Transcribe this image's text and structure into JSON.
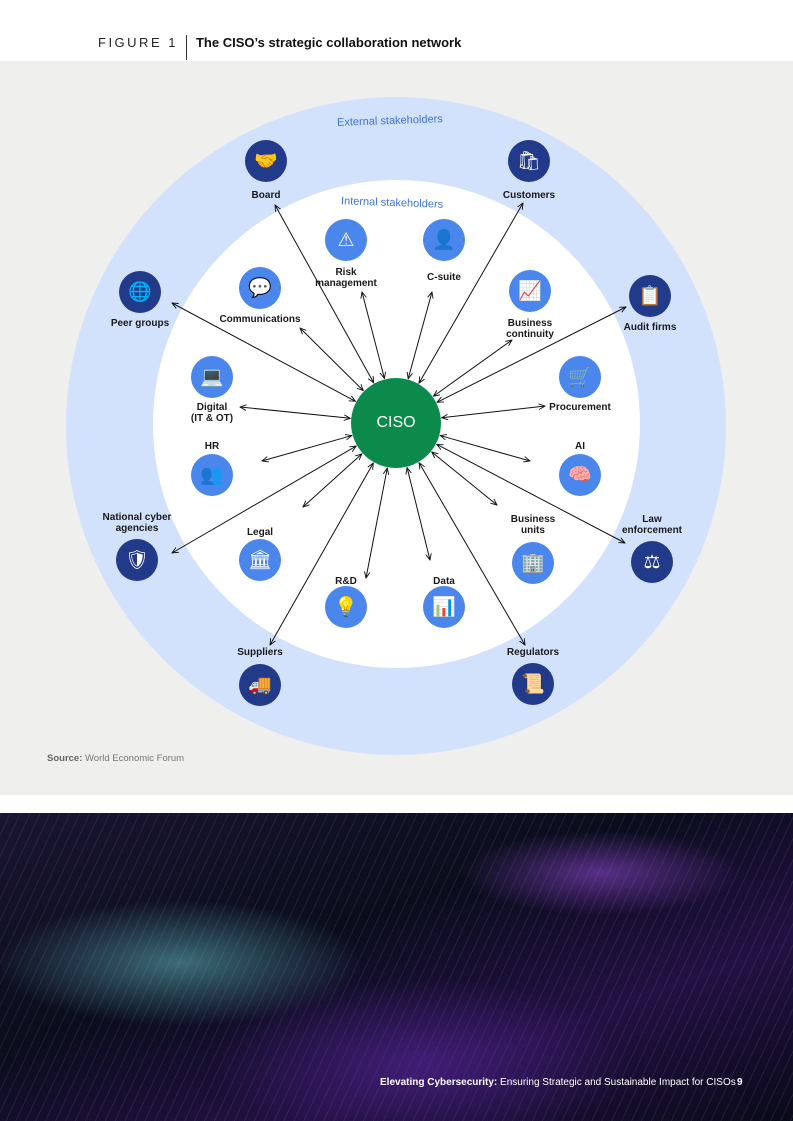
{
  "header": {
    "figure_label": "FIGURE 1",
    "title": "The CISO’s strategic collaboration network"
  },
  "diagram": {
    "center": "CISO",
    "external_label": "External stakeholders",
    "internal_label": "Internal stakeholders",
    "external": [
      {
        "id": "board",
        "label": "Board",
        "icon": "handshake-icon"
      },
      {
        "id": "customers",
        "label": "Customers",
        "icon": "shopping-bag-icon"
      },
      {
        "id": "peer",
        "label": "Peer groups",
        "icon": "globe-icon"
      },
      {
        "id": "audit",
        "label": "Audit firms",
        "icon": "clipboard-check-icon"
      },
      {
        "id": "national",
        "label": "National cyber\nagencies",
        "icon": "shield-icon"
      },
      {
        "id": "law",
        "label": "Law\nenforcement",
        "icon": "gavel-icon"
      },
      {
        "id": "suppliers",
        "label": "Suppliers",
        "icon": "truck-icon"
      },
      {
        "id": "regulators",
        "label": "Regulators",
        "icon": "certificate-icon"
      }
    ],
    "internal": [
      {
        "id": "risk",
        "label": "Risk\nmanagement",
        "icon": "warning-gear-icon"
      },
      {
        "id": "csuite",
        "label": "C-suite",
        "icon": "executive-icon"
      },
      {
        "id": "comms",
        "label": "Communications",
        "icon": "speech-people-icon"
      },
      {
        "id": "bcont",
        "label": "Business\ncontinuity",
        "icon": "growth-chart-icon"
      },
      {
        "id": "digital",
        "label": "Digital\n(IT & OT)",
        "icon": "devices-icon"
      },
      {
        "id": "procurement",
        "label": "Procurement",
        "icon": "cart-icon"
      },
      {
        "id": "hr",
        "label": "HR",
        "icon": "people-icon"
      },
      {
        "id": "ai",
        "label": "AI",
        "icon": "brain-icon"
      },
      {
        "id": "legal",
        "label": "Legal",
        "icon": "courthouse-icon"
      },
      {
        "id": "bunits",
        "label": "Business\nunits",
        "icon": "building-icon"
      },
      {
        "id": "rnd",
        "label": "R&D",
        "icon": "lightbulb-icon"
      },
      {
        "id": "data",
        "label": "Data",
        "icon": "presentation-chart-icon"
      }
    ]
  },
  "source": {
    "label": "Source:",
    "text": "World Economic Forum"
  },
  "footer": {
    "title_bold": "Elevating Cybersecurity:",
    "title_rest": "Ensuring Strategic and Sustainable Impact for CISOs",
    "page": "9"
  },
  "colors": {
    "ciso": "#0b8a4c",
    "external_icon": "#223a8a",
    "internal_icon": "#4a86ec",
    "outer_ring": "#d2e1fc"
  }
}
